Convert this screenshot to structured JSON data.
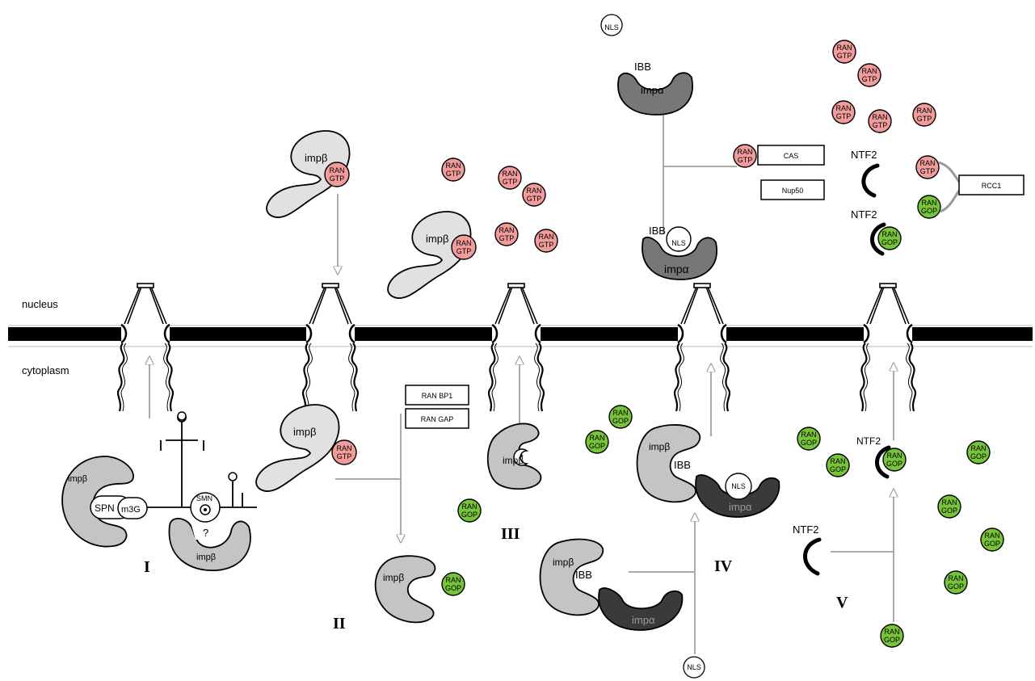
{
  "compartments": {
    "nucleus": "nucleus",
    "cytoplasm": "cytoplasm"
  },
  "stages": [
    "I",
    "II",
    "III",
    "IV",
    "V"
  ],
  "proteins": {
    "imp_beta": "impβ",
    "imp_alpha": "impα",
    "ibb": "IBB",
    "nls": "NLS",
    "spn": "SPN",
    "m3g": "m3G",
    "smn": "SMN",
    "unknown": "?",
    "ntf2": "NTF2",
    "ran_gtp": [
      "RAN",
      "GTP"
    ],
    "ran_gdp": [
      "RAN",
      "GOP"
    ]
  },
  "boxes": {
    "ranbp1": "RAN BP1",
    "rangap": "RAN GAP",
    "cas": "CAS",
    "nup50": "Nup50",
    "rcc1": "RCC1"
  },
  "colors": {
    "ran_gtp_fill": "#f29b9b",
    "ran_gdp_fill": "#77c43a",
    "imp_beta_light": "#e1e1e1",
    "imp_beta_mid": "#c4c4c4",
    "imp_alpha_dark": "#3a3a3a",
    "imp_alpha_mid": "#777777",
    "membrane": "#000000",
    "arrow": "#aaaaaa"
  }
}
